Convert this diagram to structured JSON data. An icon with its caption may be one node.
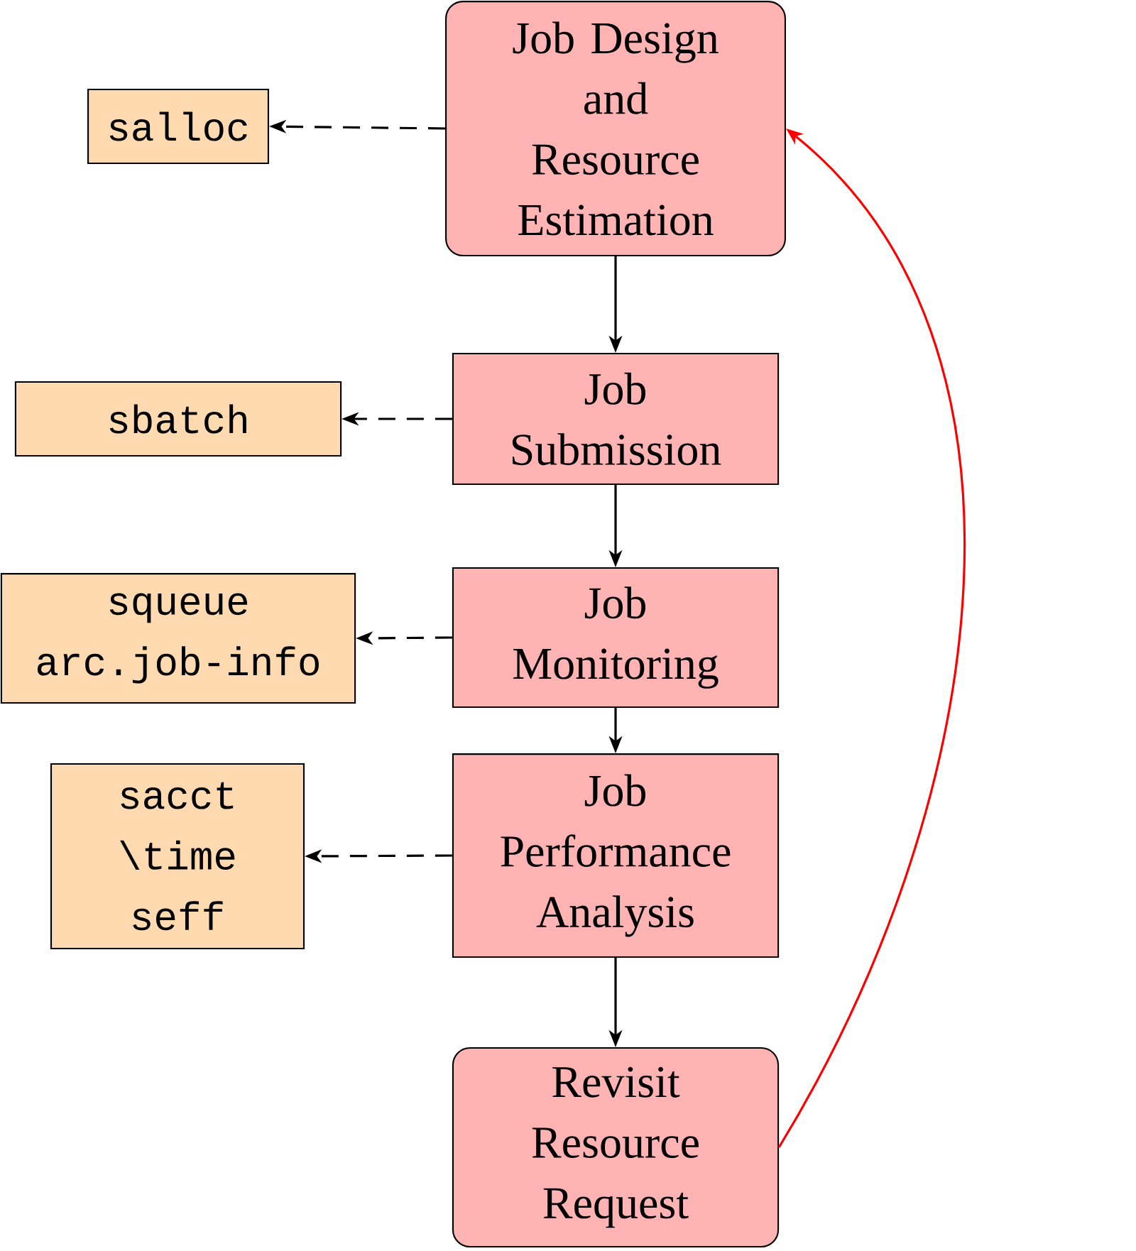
{
  "diagram": {
    "nodes": [
      {
        "text": [
          "Job Design and Resource Estimation"
        ]
      },
      {
        "text": [
          "salloc"
        ]
      },
      {
        "text": [
          "Job Submission"
        ]
      },
      {
        "text": [
          "sbatch"
        ]
      },
      {
        "text": [
          "Job Monitoring"
        ]
      },
      {
        "text": [
          "squeue",
          "arc.job-info"
        ]
      },
      {
        "text": [
          "Job Performance Analysis"
        ]
      },
      {
        "text": [
          "sacct",
          "\\time",
          "seff"
        ]
      },
      {
        "text": [
          "Revisit Resource Request"
        ]
      }
    ],
    "edges": [
      {
        "from": 0,
        "to": 1,
        "arrow": "to",
        "style": "dashed"
      },
      {
        "from": 0,
        "to": 2,
        "arrow": "to"
      },
      {
        "from": 2,
        "to": 3,
        "arrow": "to",
        "style": "dashed"
      },
      {
        "from": 2,
        "to": 4,
        "arrow": "to"
      },
      {
        "from": 4,
        "to": 5,
        "arrow": "to",
        "style": "dashed"
      },
      {
        "from": 4,
        "to": 6,
        "arrow": "to"
      },
      {
        "from": 6,
        "to": 7,
        "arrow": "to",
        "style": "dashed"
      },
      {
        "from": 6,
        "to": 8,
        "arrow": "to"
      },
      {
        "from": 8,
        "to": 0,
        "arrow": "to",
        "color": "#ff0000"
      }
    ]
  }
}
